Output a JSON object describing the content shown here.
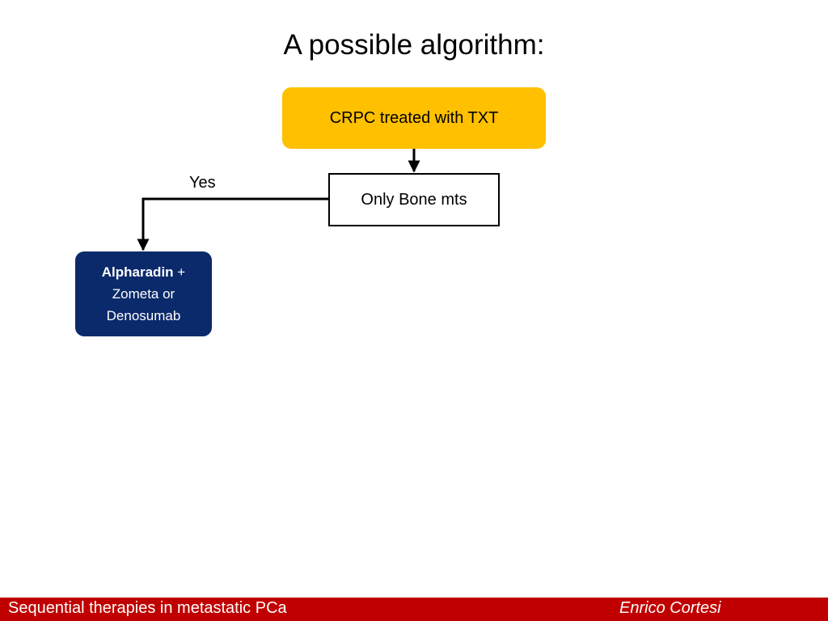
{
  "slide": {
    "title": "A possible algorithm:"
  },
  "diagram": {
    "nodes": {
      "start": "CRPC treated with TXT",
      "decision": "Only Bone mts",
      "result": {
        "line1_bold": "Alpharadin",
        "line1_suffix": " +",
        "line2": "Zometa or",
        "line3": "Denosumab"
      }
    },
    "edges": {
      "yes_label": "Yes"
    },
    "colors": {
      "start_fill": "#ffc000",
      "result_fill": "#0b2a6b",
      "connector": "#000000"
    }
  },
  "footer": {
    "left_text": "Sequential therapies in metastatic PCa",
    "right_text": "Enrico  Cortesi",
    "color": "#c00000"
  }
}
